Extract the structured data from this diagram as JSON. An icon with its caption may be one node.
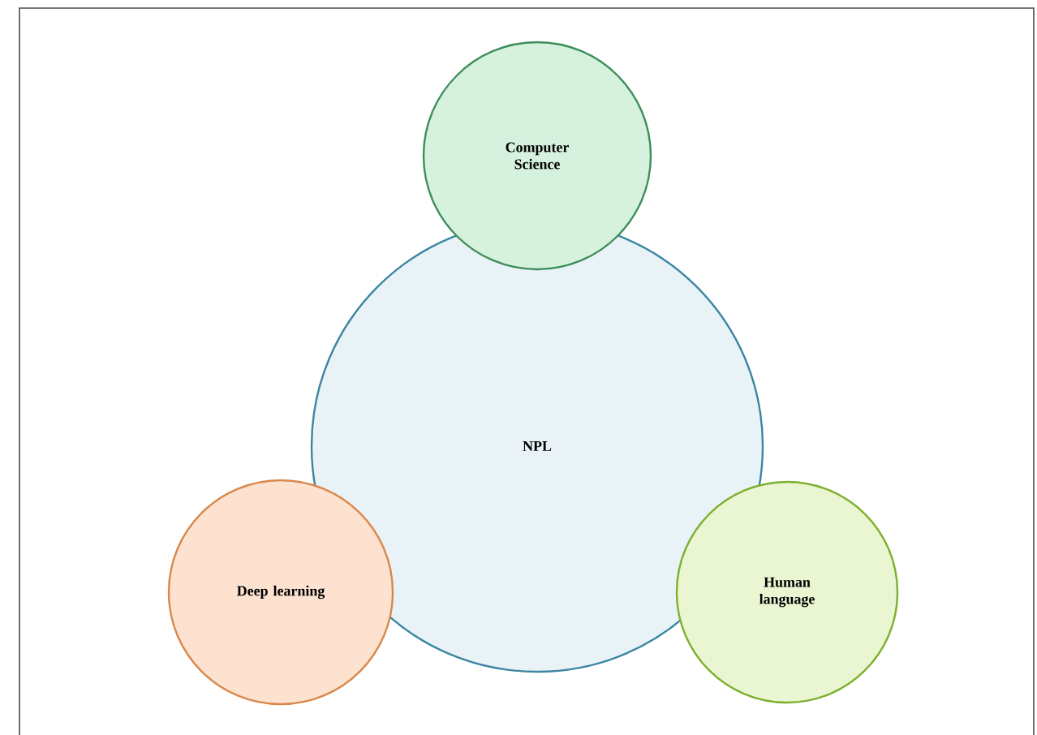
{
  "diagram": {
    "nodes": [
      {
        "text": [
          "NPL"
        ]
      },
      {
        "text": [
          "Computer Science"
        ]
      },
      {
        "text": [
          "Deep learning"
        ]
      },
      {
        "text": [
          "Human language"
        ]
      }
    ]
  }
}
